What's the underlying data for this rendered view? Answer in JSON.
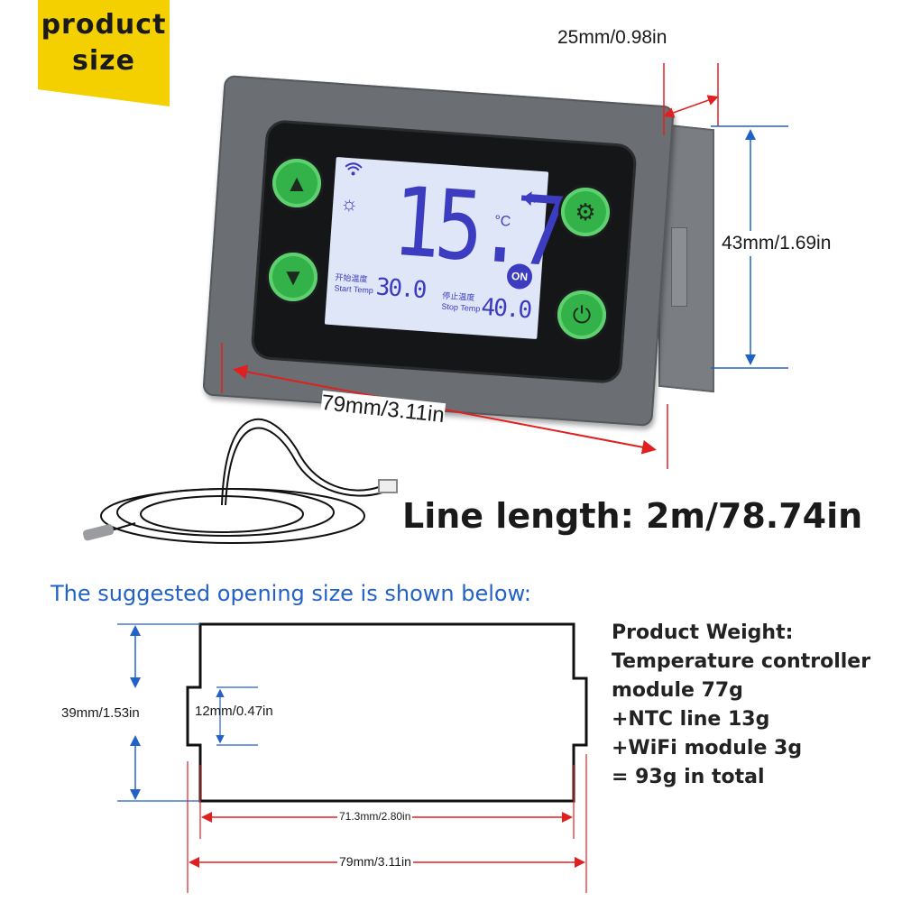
{
  "tag": {
    "line1": "product",
    "line2": "size"
  },
  "device": {
    "lcd": {
      "temperature": "15.7",
      "unit": "°C",
      "on_badge": "ON",
      "start_temp_cn": "开始温度",
      "start_temp_en": "Start Temp",
      "start_temp_value": "30.0",
      "stop_temp_cn": "停止温度",
      "stop_temp_en": "Stop Temp",
      "stop_temp_value": "40.0"
    },
    "icons": [
      "wifi-icon",
      "sun-icon",
      "speaker-icon",
      "up-arrow-icon",
      "down-arrow-icon",
      "settings-gear-icon",
      "power-icon"
    ]
  },
  "dimensions": {
    "depth": "25mm/0.98in",
    "height": "43mm/1.69in",
    "width": "79mm/3.11in"
  },
  "line_length": "Line length: 2m/78.74in",
  "opening": {
    "heading": "The suggested opening size is shown below:",
    "height": "39mm/1.53in",
    "notch": "12mm/0.47in",
    "inner_width": "71.3mm/2.80in",
    "outer_width": "79mm/3.11in"
  },
  "weight": {
    "lines": [
      "Product Weight:",
      "Temperature controller",
      "module 77g",
      "+NTC line 13g",
      "+WiFi module 3g",
      "= 93g in total"
    ]
  },
  "colors": {
    "tag_yellow": "#f5d000",
    "arrow_red": "#e02020",
    "arrow_blue": "#2262c8",
    "button_green": "#34b24a",
    "lcd_text": "#3c3cc0"
  }
}
